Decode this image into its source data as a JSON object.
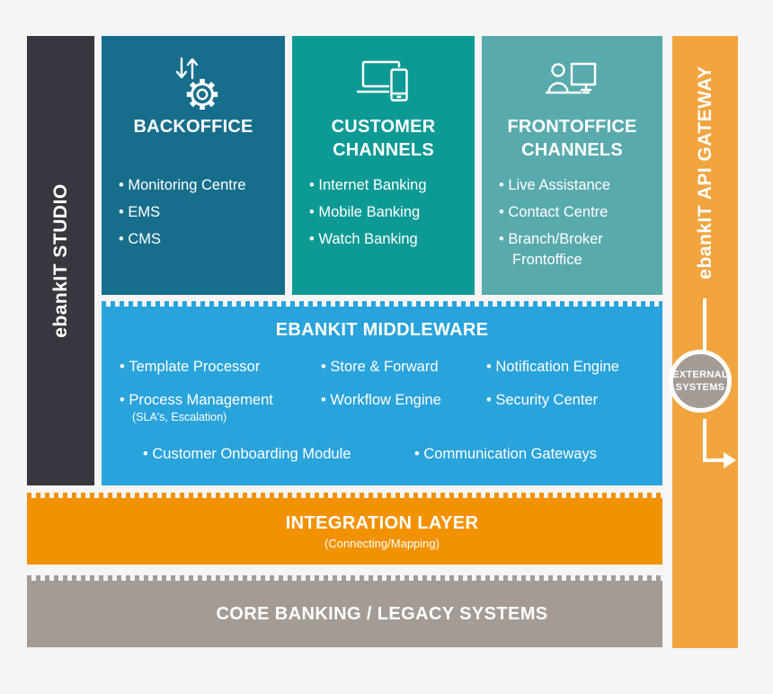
{
  "colors": {
    "background": "#f5f5f5",
    "studio_bar": "#37373f",
    "backoffice": "#176e8c",
    "customer": "#0d9a94",
    "frontoffice": "#59aaac",
    "middleware": "#29a3dc",
    "integration": "#f39200",
    "core_banking": "#a39b94",
    "gateway": "#f2a43f",
    "external_circle": "#a39b94",
    "text": "#ffffff"
  },
  "studio_bar": {
    "label": "ebankIT STUDIO"
  },
  "gateway_bar": {
    "label": "ebankIT API GATEWAY",
    "external_systems": {
      "line1": "EXTERNAL",
      "line2": "SYSTEMS"
    }
  },
  "top_boxes": [
    {
      "icon": "sync-gear-icon",
      "title": "BACKOFFICE",
      "items": [
        "Monitoring Centre",
        "EMS",
        "CMS"
      ]
    },
    {
      "icon": "laptop-phone-icon",
      "title": "CUSTOMER CHANNELS",
      "items": [
        "Internet Banking",
        "Mobile Banking",
        "Watch Banking"
      ]
    },
    {
      "icon": "agent-desk-icon",
      "title": "FRONTOFFICE CHANNELS",
      "items": [
        "Live Assistance",
        "Contact Centre",
        "Branch/Broker Frontoffice"
      ]
    }
  ],
  "middleware": {
    "title": "EBANKIT MIDDLEWARE",
    "columns": [
      [
        "Template Processor",
        "Process Management"
      ],
      [
        "Store & Forward",
        "Workflow Engine"
      ],
      [
        "Notification Engine",
        "Security Center"
      ]
    ],
    "process_management_note": "(SLA's, Escalation)",
    "bottom_items": [
      "Customer Onboarding Module",
      "Communication Gateways"
    ]
  },
  "integration_layer": {
    "title": "INTEGRATION LAYER",
    "subtitle": "(Connecting/Mapping)"
  },
  "core_banking": {
    "title": "CORE BANKING / LEGACY SYSTEMS"
  }
}
